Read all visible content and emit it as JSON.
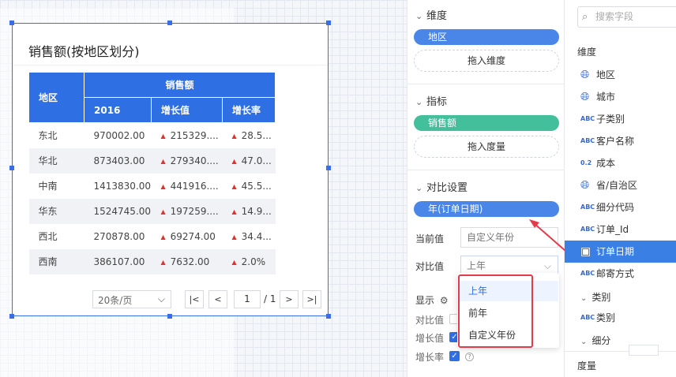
{
  "widget": {
    "title": "销售额(按地区划分)",
    "header_row1": {
      "region": "地区",
      "sales": "销售额"
    },
    "header_row2": {
      "year": "2016",
      "growth_value": "增长值",
      "growth_rate": "增长率"
    },
    "rows": [
      {
        "region": "东北",
        "value": "970002.00",
        "growth_value": "215329....",
        "growth_rate": "28.5..."
      },
      {
        "region": "华北",
        "value": "873403.00",
        "growth_value": "279340....",
        "growth_rate": "47.0..."
      },
      {
        "region": "中南",
        "value": "1413830.00",
        "growth_value": "441916....",
        "growth_rate": "45.5..."
      },
      {
        "region": "华东",
        "value": "1524745.00",
        "growth_value": "197259....",
        "growth_rate": "14.9..."
      },
      {
        "region": "西北",
        "value": "270878.00",
        "growth_value": "69274.00",
        "growth_rate": "34.4..."
      },
      {
        "region": "西南",
        "value": "386107.00",
        "growth_value": "7632.00",
        "growth_rate": "2.0%"
      }
    ],
    "pager": {
      "page_size": "20条/页",
      "current_page": "1",
      "total_pages": "/ 1",
      "first_icon": "|<",
      "prev_icon": "<",
      "next_icon": ">",
      "last_icon": ">|"
    }
  },
  "config": {
    "dimension": {
      "title": "维度",
      "pill": "地区",
      "drop_hint": "拖入维度"
    },
    "measure": {
      "title": "指标",
      "pill": "销售额",
      "drop_hint": "拖入度量"
    },
    "compare": {
      "title": "对比设置",
      "pill": "年(订单日期)",
      "current_label": "当前值",
      "current_value": "自定义年份",
      "compare_label": "对比值",
      "compare_value": "上年",
      "display_label": "显示",
      "options": [
        "上年",
        "前年",
        "自定义年份"
      ],
      "show": [
        {
          "label": "对比值",
          "checked": false
        },
        {
          "label": "增长值",
          "checked": true
        },
        {
          "label": "增长率",
          "checked": true
        }
      ]
    }
  },
  "fields": {
    "search_placeholder": "搜索字段",
    "dimension_head": "维度",
    "items": [
      {
        "icon": "globe",
        "label": "地区"
      },
      {
        "icon": "globe",
        "label": "城市"
      },
      {
        "icon": "ABC",
        "label": "子类别"
      },
      {
        "icon": "ABC",
        "label": "客户名称"
      },
      {
        "icon": "0.2",
        "label": "成本"
      },
      {
        "icon": "globe",
        "label": "省/自治区"
      },
      {
        "icon": "ABC",
        "label": "细分代码"
      },
      {
        "icon": "ABC",
        "label": "订单_Id"
      },
      {
        "icon": "date",
        "label": "订单日期"
      },
      {
        "icon": "ABC",
        "label": "邮寄方式"
      }
    ],
    "group1": "类别",
    "group1_item": "类别",
    "group2": "细分",
    "measure_head": "度量"
  },
  "colors": {
    "accent": "#2f6fe4",
    "pill_blue": "#4a86e8",
    "pill_green": "#43bf9c",
    "highlight_red": "#e53a4a",
    "up_arrow": "#e0312a"
  }
}
